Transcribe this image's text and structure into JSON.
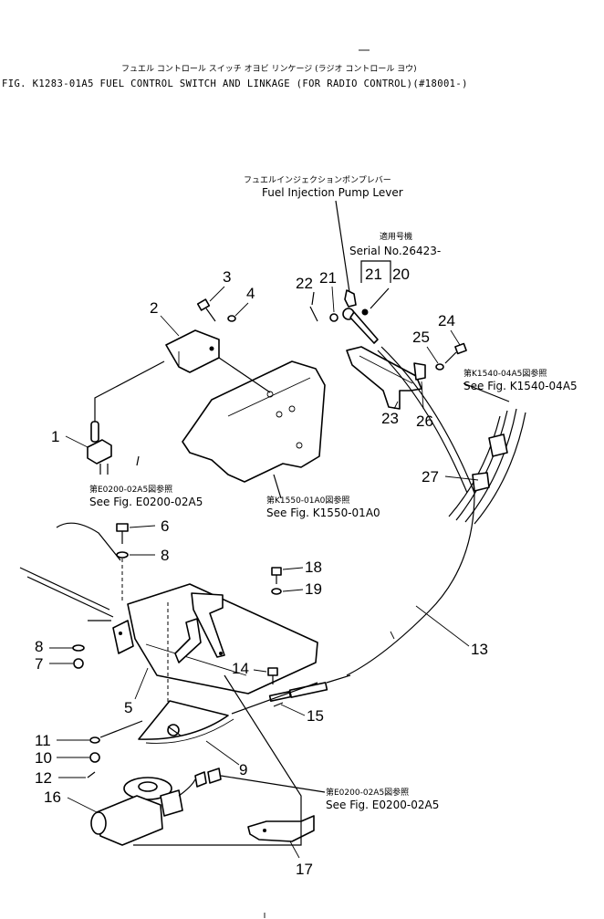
{
  "header": {
    "title_jp": "フュエル コントロール スイッチ オヨビ リンケージ (ラジオ コントロール ヨウ)",
    "title_line": "FIG. K1283-01A5   FUEL CONTROL SWITCH AND LINKAGE (FOR RADIO CONTROL)(#18001-)"
  },
  "callouts": {
    "pump_lever_jp": "フュエルインジェクションポンプレバー",
    "pump_lever_en": "Fuel Injection Pump Lever",
    "serial_jp": "適用号機",
    "serial_en": "Serial No.26423-",
    "ref_k1540_jp": "第K1540-04A5図参照",
    "ref_k1540_en": "See Fig. K1540-04A5",
    "ref_e0200_top_jp": "第E0200-02A5図参照",
    "ref_e0200_top_en": "See Fig. E0200-02A5",
    "ref_k1550_jp": "第K1550-01A0図参照",
    "ref_k1550_en": "See Fig. K1550-01A0",
    "ref_e0200_bottom_jp": "第E0200-02A5図参照",
    "ref_e0200_bottom_en": "See Fig. E0200-02A5"
  },
  "part_numbers": {
    "p1": "1",
    "p2": "2",
    "p3": "3",
    "p4": "4",
    "p5": "5",
    "p6": "6",
    "p7": "7",
    "p8a": "8",
    "p8b": "8",
    "p9": "9",
    "p10": "10",
    "p11": "11",
    "p12": "12",
    "p13": "13",
    "p14": "14",
    "p15": "15",
    "p16": "16",
    "p17": "17",
    "p18": "18",
    "p19": "19",
    "p20": "20",
    "p21a": "21",
    "p21b": "21",
    "p22": "22",
    "p23": "23",
    "p24": "24",
    "p25": "25",
    "p26": "26",
    "p27": "27"
  }
}
